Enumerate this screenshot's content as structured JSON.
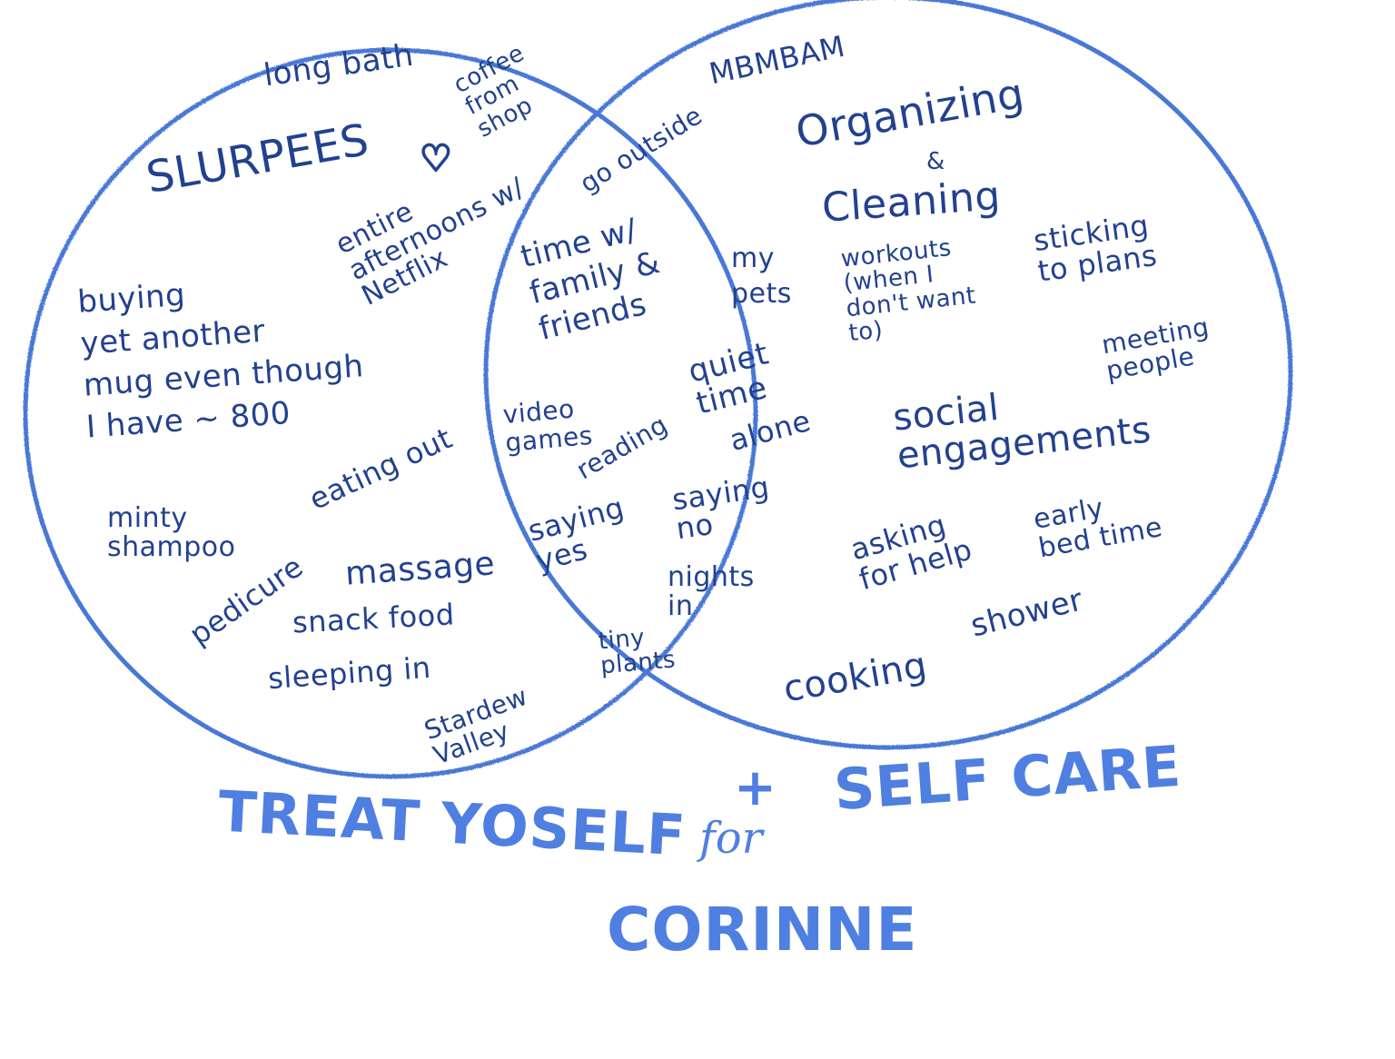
{
  "colors": {
    "circle": "#4a78d6",
    "text": "#22418f",
    "title": "#4f7fe0"
  },
  "items": {
    "long_bath": "long bath",
    "coffee_from_shop": "coffee\nfrom\nshop",
    "slurpees": "SLURPEES",
    "entire_afternoons": "entire\nafternoons w/\nNetflix",
    "buying_mug": "buying\nyet another\nmug even though\nI have ~ 800",
    "eating_out": "eating out",
    "minty_shampoo": "minty\nshampoo",
    "pedicure": "pedicure",
    "massage": "massage",
    "snack_food": "snack food",
    "sleeping_in": "sleeping in",
    "stardew_valley": "Stardew\nValley",
    "go_outside": "go outside",
    "time_family_friends": "time w/\nfamily &\nfriends",
    "my_pets": "my\npets",
    "quiet_time": "quiet\ntime",
    "alone": "alone",
    "video_games": "video\ngames",
    "reading": "reading",
    "saying_yes": "saying\nyes",
    "saying_no": "saying\nno",
    "nights_in": "nights\nin",
    "tiny_plants": "tiny\nplants",
    "mbmbam": "MBMBAM",
    "organizing": "Organizing",
    "amp": "&",
    "cleaning": "Cleaning",
    "workouts": "workouts\n(when I\ndon't want\nto)",
    "sticking_to_plans": "sticking\nto plans",
    "meeting_people": "meeting\npeople",
    "social_engagements": "social\nengagements",
    "asking_for_help": "asking\nfor help",
    "early_bed_time": "early\nbed time",
    "shower": "shower",
    "cooking": "cooking"
  },
  "titles": {
    "left": "TREAT YOSELF",
    "plus": "+",
    "right": "SELF CARE",
    "for": "for",
    "name": "CORINNE"
  }
}
